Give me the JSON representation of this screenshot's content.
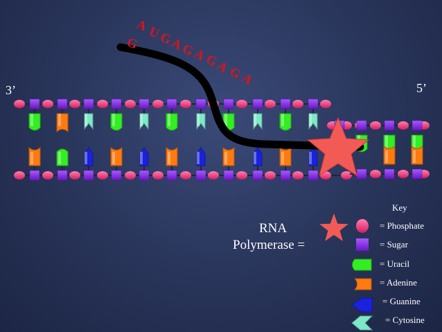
{
  "strand_end_left": "3’",
  "strand_end_right": "5’",
  "rna_label_line1": "RNA",
  "rna_label_line2": "Polymerase =",
  "rna_letters": [
    "A",
    "U",
    "G",
    "A",
    "G",
    "A",
    "G",
    "A",
    "G",
    "A",
    "G"
  ],
  "key": {
    "title": "Key",
    "items": [
      {
        "name": "phosphate",
        "label": "= Phosphate",
        "color": "#ee3a7c"
      },
      {
        "name": "sugar",
        "label": "= Sugar",
        "color": "#8a2be2"
      },
      {
        "name": "uracil",
        "label": "= Uracil",
        "color": "#33ee22"
      },
      {
        "name": "adenine",
        "label": "= Adenine",
        "color": "#ff7a10"
      },
      {
        "name": "guanine",
        "label": "= Guanine",
        "color": "#1a22dd"
      },
      {
        "name": "cytosine",
        "label": "= Cytosine",
        "color": "#7fe8c8"
      }
    ]
  },
  "colors": {
    "phosphate": "#ee3a7c",
    "sugar": "#8a2be2",
    "uracil": "#33ee22",
    "adenine": "#ff7a10",
    "guanine": "#1a22dd",
    "cytosine": "#7fe8c8",
    "polymerase": "#f25a55",
    "rna_text": "#e0121a",
    "rna_strand": "#000000"
  },
  "top_strand_bases": [
    "uracil",
    "adenine",
    "cytosine",
    "uracil",
    "cytosine",
    "uracil",
    "cytosine",
    "uracil",
    "cytosine",
    "uracil",
    "cytosine"
  ],
  "bottom_strand_bases": [
    "adenine",
    "uracil",
    "guanine",
    "adenine",
    "guanine",
    "adenine",
    "guanine",
    "adenine",
    "guanine",
    "adenine",
    "guanine"
  ],
  "right_pairs": [
    {
      "top": "uracil",
      "bottom": "adenine"
    },
    {
      "top": "uracil",
      "bottom": "adenine"
    }
  ]
}
